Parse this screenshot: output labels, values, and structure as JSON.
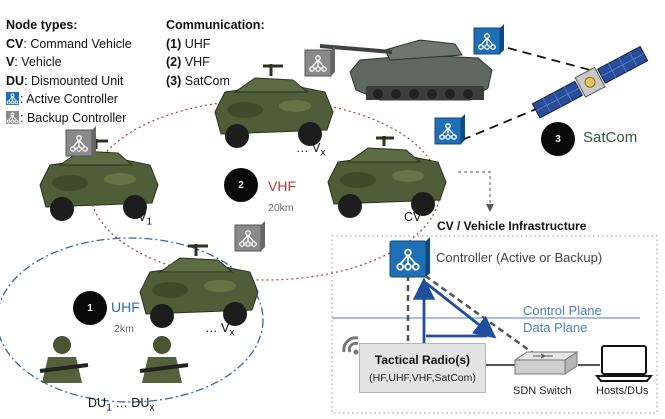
{
  "legend": {
    "title": "Node types:",
    "items": [
      {
        "abbr": "CV",
        "text": ": Command Vehicle"
      },
      {
        "abbr": "V",
        "text": ": Vehicle"
      },
      {
        "abbr": "DU",
        "text": ": Dismounted Unit"
      },
      {
        "abbr": "",
        "text": ": Active Controller"
      },
      {
        "abbr": "",
        "text": ": Backup Controller"
      }
    ]
  },
  "communication": {
    "title": "Communication:",
    "items": [
      {
        "num": "(1)",
        "text": " UHF"
      },
      {
        "num": "(2)",
        "text": " VHF"
      },
      {
        "num": "(3)",
        "text": " SatCom"
      }
    ]
  },
  "links": {
    "vhf": {
      "num": "2",
      "label": "VHF",
      "range": "20km"
    },
    "uhf": {
      "num": "1",
      "label": "UHF",
      "range": "2km"
    },
    "satcom": {
      "num": "3",
      "label": "SatCom"
    }
  },
  "nodes": {
    "v1_prefix": "V",
    "v1_sub": "1",
    "vx_top": "… V",
    "vx_top_sub": "x",
    "vx_bottom": "… V",
    "vx_bottom_sub": "x",
    "cv": "CV",
    "du_text": "DU",
    "du_sub1": "1",
    "du_mid": " … DU",
    "du_sub2": "x"
  },
  "infrastructure": {
    "title": "CV / Vehicle Infrastructure",
    "controller_label": "Controller (Active or Backup)",
    "control_plane": "Control Plane",
    "data_plane": "Data Plane",
    "radio_title": "Tactical Radio(s)",
    "radio_bands": "(HF,UHF,VHF,SatCom)",
    "switch_label": "SDN Switch",
    "hosts_label": "Hosts/DUs"
  },
  "colors": {
    "active": "#1f6fb5",
    "backup": "#8a8a8a",
    "vhf_red": "#c0392b",
    "uhf_blue": "#2a6ab5",
    "plane_blue": "#4a7fc0"
  }
}
